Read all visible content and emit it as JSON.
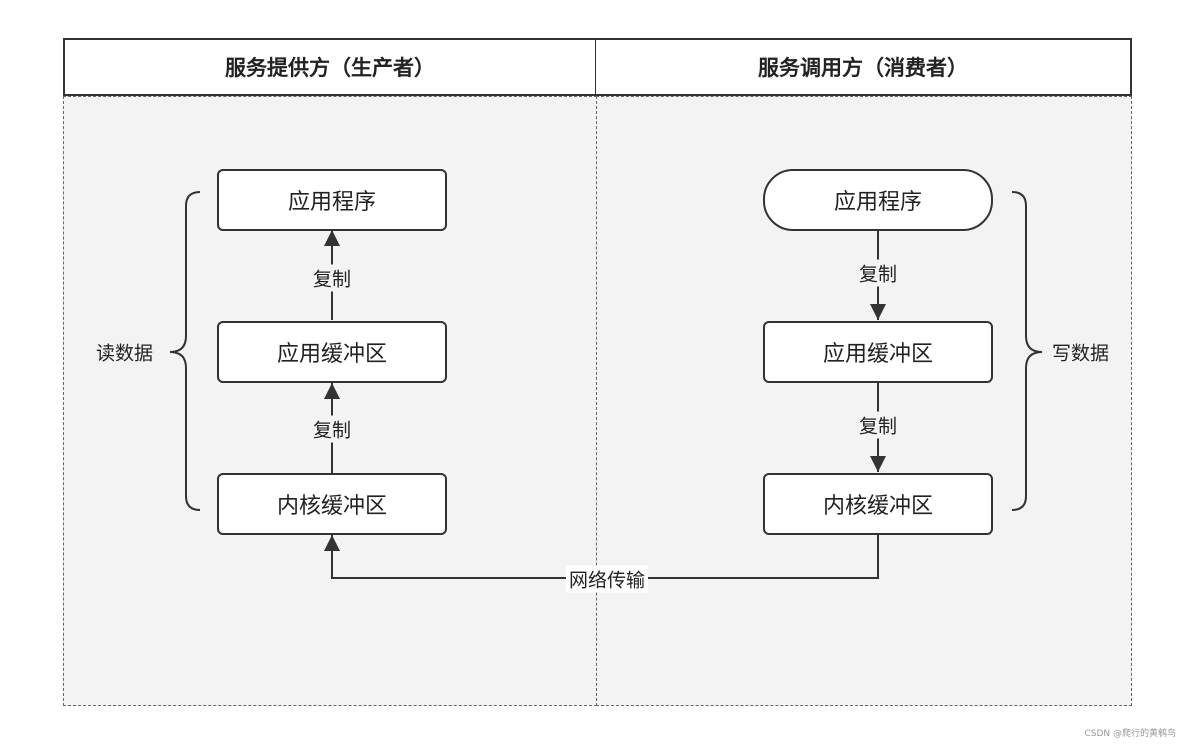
{
  "provider": {
    "title": "服务提供方（生产者）",
    "nodes": [
      "应用程序",
      "应用缓冲区",
      "内核缓冲区"
    ],
    "edge_labels": [
      "复制",
      "复制"
    ],
    "brace_label": "读数据"
  },
  "consumer": {
    "title": "服务调用方（消费者）",
    "nodes": [
      "应用程序",
      "应用缓冲区",
      "内核缓冲区"
    ],
    "edge_labels": [
      "复制",
      "复制"
    ],
    "brace_label": "写数据"
  },
  "network_label": "网络传输",
  "credit": "CSDN @爬行的黄鹌鸟",
  "colors": {
    "lane_fill": "#f3f3f3",
    "stroke": "#333333"
  }
}
